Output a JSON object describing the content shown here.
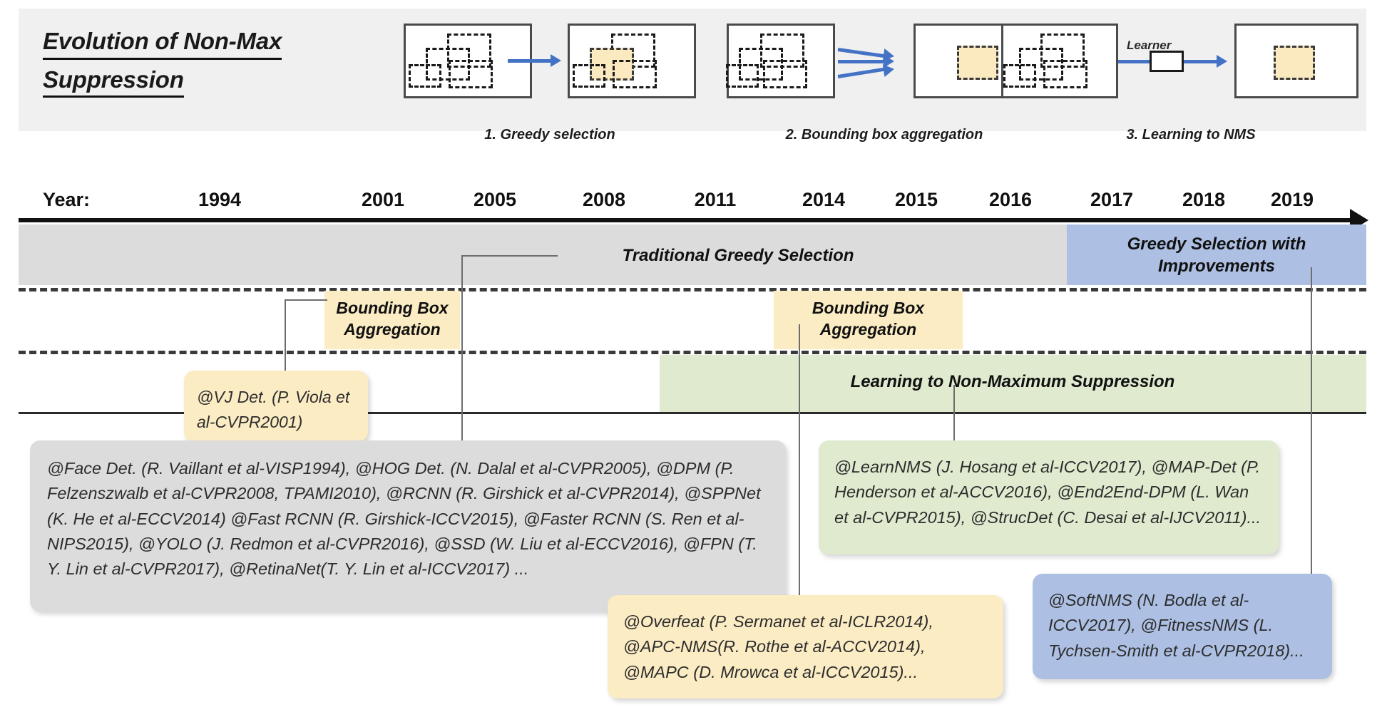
{
  "title": {
    "line1": "Evolution of Non-Max",
    "line2": "Suppression"
  },
  "concept_panels": [
    {
      "caption": "1. Greedy selection",
      "learner_label": null
    },
    {
      "caption": "2. Bounding box aggregation",
      "learner_label": null
    },
    {
      "caption": "3. Learning to NMS",
      "learner_label": "Learner"
    }
  ],
  "timeline": {
    "axis_label": "Year:",
    "years": [
      "1994",
      "2001",
      "2005",
      "2008",
      "2011",
      "2014",
      "2015",
      "2016",
      "2017",
      "2018",
      "2019"
    ]
  },
  "bands": {
    "traditional": "Traditional Greedy Selection",
    "greedy_improved_line1": "Greedy Selection with",
    "greedy_improved_line2": "Improvements",
    "bba_line1": "Bounding Box",
    "bba_line2": "Aggregation",
    "learning_nms": "Learning to Non-Maximum Suppression"
  },
  "cards": {
    "vj": "@VJ Det. (P. Viola et al-CVPR2001)",
    "greedy": "@Face Det. (R. Vaillant et al-VISP1994), @HOG Det. (N. Dalal et al-CVPR2005), @DPM (P. Felzenszwalb et al-CVPR2008, TPAMI2010), @RCNN (R. Girshick et al-CVPR2014), @SPPNet (K. He et al-ECCV2014) @Fast RCNN (R. Girshick-ICCV2015), @Faster RCNN (S. Ren et al-NIPS2015), @YOLO (J. Redmon et al-CVPR2016), @SSD (W. Liu et al-ECCV2016), @FPN (T. Y. Lin et al-CVPR2017), @RetinaNet(T. Y. Lin et al-ICCV2017) ...",
    "learning": "@LearnNMS (J. Hosang et al-ICCV2017), @MAP-Det (P. Henderson et al-ACCV2016), @End2End-DPM (L. Wan et al-CVPR2015), @StrucDet (C. Desai et al-IJCV2011)...",
    "aggregation": "@Overfeat (P. Sermanet et al-ICLR2014), @APC-NMS(R. Rothe et al-ACCV2014), @MAPC (D. Mrowca et al-ICCV2015)...",
    "improvements": "@SoftNMS (N. Bodla et al-ICCV2017), @FitnessNMS (L. Tychsen-Smith et al-CVPR2018)..."
  },
  "colors": {
    "header_bg": "#f0f0f0",
    "gray_band": "#dcdcdc",
    "blue_band": "#adc0e4",
    "yellow_band": "#fbecc4",
    "green_band": "#dfeacf",
    "arrow_blue": "#4472c4"
  }
}
